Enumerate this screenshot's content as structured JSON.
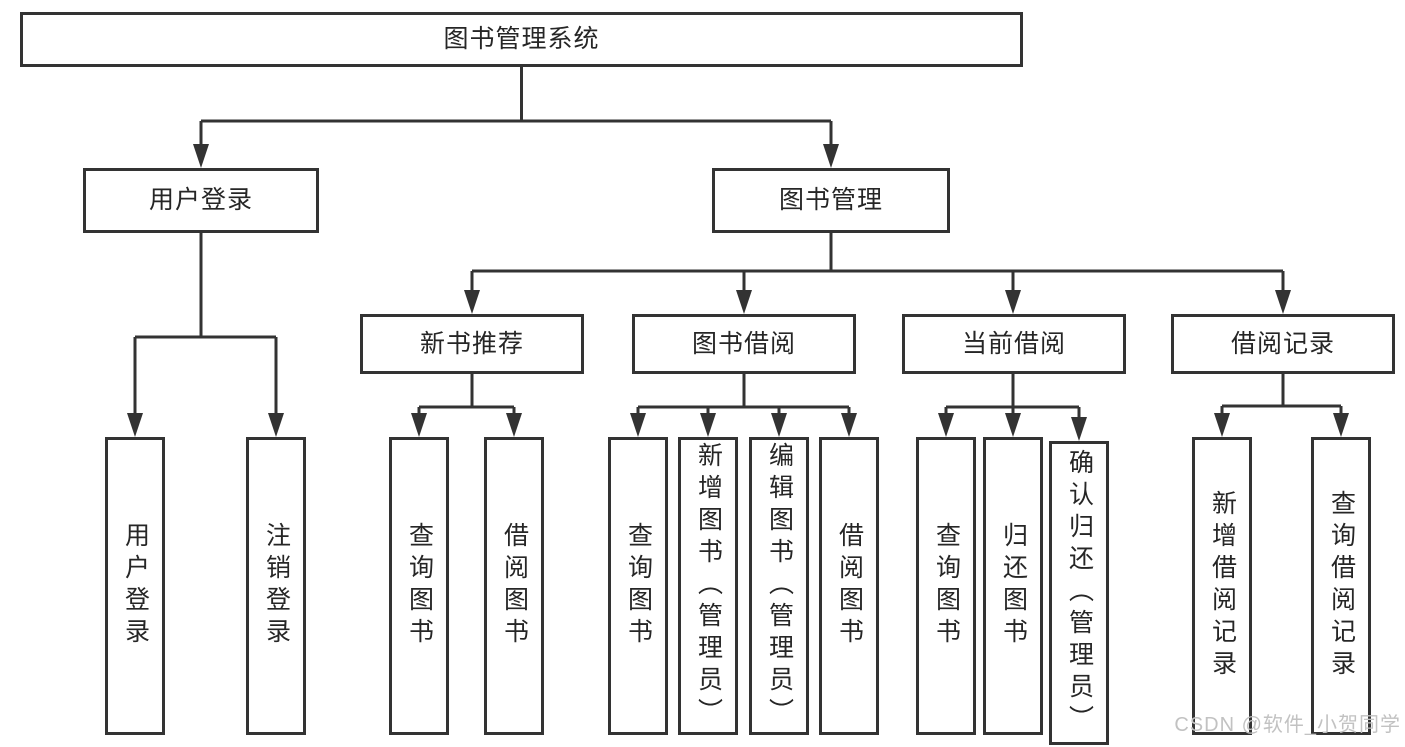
{
  "diagram": {
    "root": {
      "label": "图书管理系统"
    },
    "level2": [
      {
        "label": "用户登录"
      },
      {
        "label": "图书管理"
      }
    ],
    "level3": [
      {
        "label": "新书推荐"
      },
      {
        "label": "图书借阅"
      },
      {
        "label": "当前借阅"
      },
      {
        "label": "借阅记录"
      }
    ],
    "leaves": {
      "user_login": [
        "用户登录",
        "注销登录"
      ],
      "new_book_recommend": [
        "查询图书",
        "借阅图书"
      ],
      "book_borrow": [
        "查询图书",
        "新增图书（管理员）",
        "编辑图书（管理员）",
        "借阅图书"
      ],
      "current_borrow": [
        "查询图书",
        "归还图书",
        "确认归还（管理员）"
      ],
      "borrow_record": [
        "新增借阅记录",
        "查询借阅记录"
      ]
    },
    "colors": {
      "line": "#333333",
      "text": "#262626",
      "background": "#ffffff",
      "watermark": "#c2c2c2"
    },
    "watermark": "CSDN @软件_小贺同学"
  }
}
